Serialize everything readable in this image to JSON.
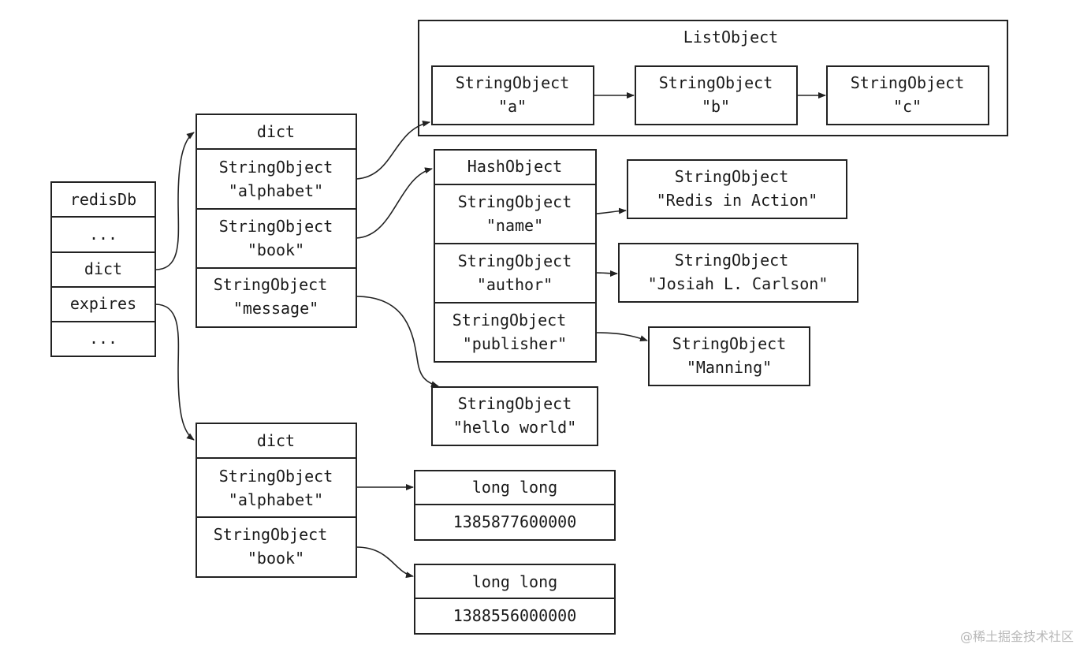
{
  "list": {
    "title": "ListObject",
    "items": [
      {
        "type": "StringObject",
        "value": "\"a\""
      },
      {
        "type": "StringObject",
        "value": "\"b\""
      },
      {
        "type": "StringObject",
        "value": "\"c\""
      }
    ]
  },
  "redisDb": {
    "rows": [
      "redisDb",
      "...",
      "dict",
      "expires",
      "..."
    ]
  },
  "dict1": {
    "title": "dict",
    "keys": [
      {
        "type": "StringObject",
        "value": "\"alphabet\""
      },
      {
        "type": "StringObject",
        "value": "\"book\""
      },
      {
        "type": "StringObject",
        "value": "\"message\""
      }
    ]
  },
  "hash": {
    "title": "HashObject",
    "keys": [
      {
        "type": "StringObject",
        "value": "\"name\""
      },
      {
        "type": "StringObject",
        "value": "\"author\""
      },
      {
        "type": "StringObject",
        "value": "\"publisher\""
      }
    ],
    "values": [
      {
        "type": "StringObject",
        "value": "\"Redis in Action\""
      },
      {
        "type": "StringObject",
        "value": "\"Josiah L. Carlson\""
      },
      {
        "type": "StringObject",
        "value": "\"Manning\""
      }
    ]
  },
  "message_value": {
    "type": "StringObject",
    "value": "\"hello world\""
  },
  "dict2": {
    "title": "dict",
    "keys": [
      {
        "type": "StringObject",
        "value": "\"alphabet\""
      },
      {
        "type": "StringObject",
        "value": "\"book\""
      }
    ]
  },
  "expiry_values": [
    {
      "type": "long long",
      "value": "1385877600000"
    },
    {
      "type": "long long",
      "value": "1388556000000"
    }
  ],
  "watermark": "@稀土掘金技术社区"
}
